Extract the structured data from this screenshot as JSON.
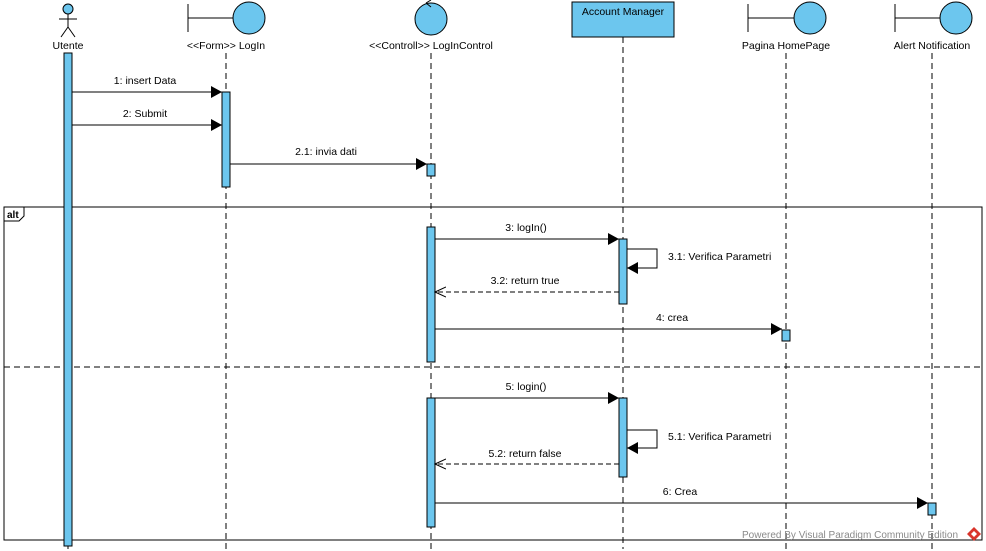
{
  "diagram": {
    "participants": [
      {
        "id": "utente",
        "kind": "actor",
        "label": "Utente"
      },
      {
        "id": "login",
        "kind": "boundary",
        "label": "<<Form>> LogIn"
      },
      {
        "id": "logincontrol",
        "kind": "control",
        "label": "<<Controll>>  LogInControl"
      },
      {
        "id": "account",
        "kind": "box",
        "label": "Account Manager"
      },
      {
        "id": "homepage",
        "kind": "boundary",
        "label": "Pagina HomePage"
      },
      {
        "id": "alert",
        "kind": "boundary",
        "label": "Alert Notification"
      }
    ],
    "messages": [
      {
        "label": "1: insert Data",
        "from": "utente",
        "to": "login",
        "type": "sync"
      },
      {
        "label": "2: Submit",
        "from": "utente",
        "to": "login",
        "type": "sync"
      },
      {
        "label": "2.1: invia dati",
        "from": "login",
        "to": "logincontrol",
        "type": "sync"
      },
      {
        "label": "3: logIn()",
        "from": "logincontrol",
        "to": "account",
        "type": "sync"
      },
      {
        "label": "3.1: Verifica Parametri",
        "from": "account",
        "to": "account",
        "type": "self"
      },
      {
        "label": "3.2: return true",
        "from": "account",
        "to": "logincontrol",
        "type": "return"
      },
      {
        "label": "4: crea",
        "from": "logincontrol",
        "to": "homepage",
        "type": "sync"
      },
      {
        "label": "5: login()",
        "from": "logincontrol",
        "to": "account",
        "type": "sync"
      },
      {
        "label": "5.1: Verifica Parametri",
        "from": "account",
        "to": "account",
        "type": "self"
      },
      {
        "label": "5.2: return false",
        "from": "account",
        "to": "logincontrol",
        "type": "return"
      },
      {
        "label": "6: Crea",
        "from": "logincontrol",
        "to": "alert",
        "type": "sync"
      }
    ],
    "fragment": {
      "operator": "alt"
    },
    "watermark": "Powered By  Visual Paradigm Community Edition"
  },
  "colors": {
    "fill": "#6cc6ee",
    "stroke": "#000000",
    "watermark": "#8a8a8a",
    "logo": "#d9342b"
  },
  "icons": {
    "actor": "stick-figure-icon",
    "boundary": "boundary-icon",
    "control": "control-icon",
    "watermark_logo": "visual-paradigm-logo-icon"
  }
}
